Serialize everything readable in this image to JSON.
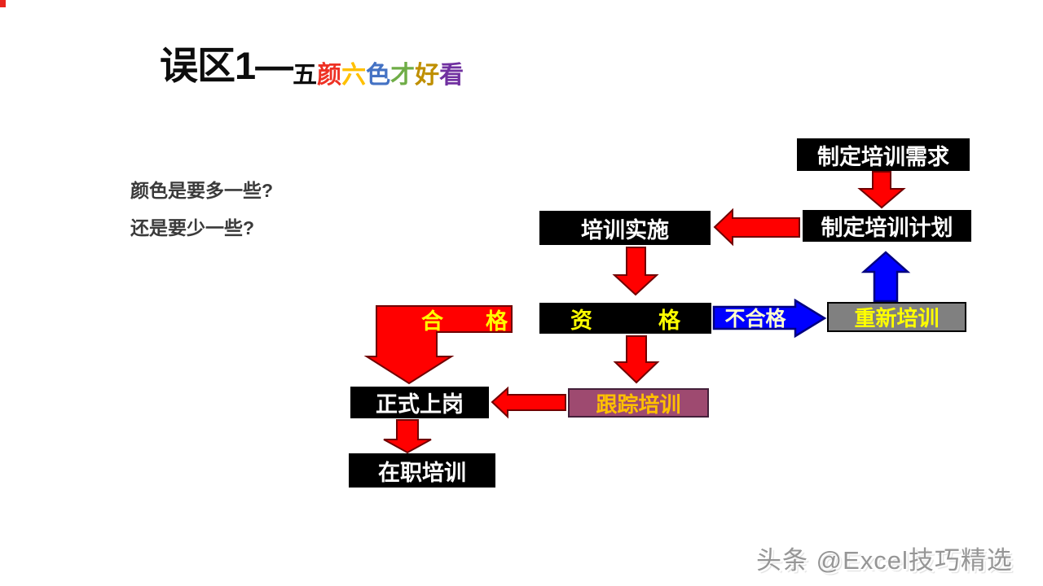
{
  "palette": {
    "arrow_red": "#FF0000",
    "arrow_red_outline": "#700000",
    "arrow_blue": "#0000FF",
    "arrow_blue_outline": "#000080",
    "box_black": "#000000",
    "box_gray": "#808080",
    "box_purple": "#9E4A70",
    "text_yellow": "#FFFF00",
    "text_gold": "#FFC000",
    "text_pale_yellow": "#FFFFCC"
  },
  "title": {
    "main": "误区1—",
    "subtitle_chars": [
      {
        "ch": "五",
        "color": "#0d0d0d"
      },
      {
        "ch": "颜",
        "color": "#ee3124"
      },
      {
        "ch": "六",
        "color": "#ffc000"
      },
      {
        "ch": "色",
        "color": "#4472c4"
      },
      {
        "ch": "才",
        "color": "#6fad47"
      },
      {
        "ch": "好",
        "color": "#bf8f00"
      },
      {
        "ch": "看",
        "color": "#7030a0"
      }
    ]
  },
  "intro": {
    "line1": "颜色是要多一些?",
    "line2": "还是要少一些?"
  },
  "flow": {
    "boxes": {
      "need": "制定培训需求",
      "plan": "制定培训计划",
      "impl": "培训实施",
      "qual": {
        "l": "资",
        "r": "格"
      },
      "retrain": "重新培训",
      "track": "跟踪培训",
      "formal": "正式上岗",
      "onjob": "在职培训"
    },
    "labels": {
      "pass": {
        "l": "合",
        "r": "格"
      },
      "fail": "不合格"
    }
  },
  "watermark": "头条 @Excel技巧精选"
}
